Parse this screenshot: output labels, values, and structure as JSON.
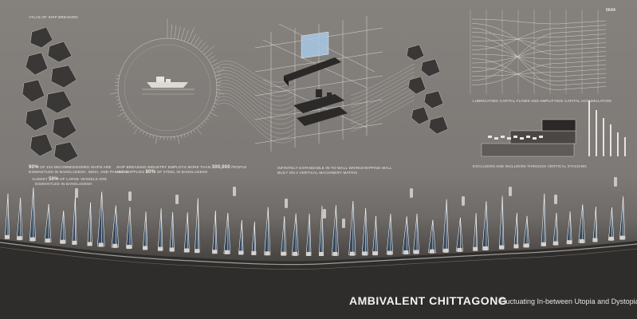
{
  "poster": {
    "title": "AMBIVALENT CHITTAGONG",
    "subtitle": "Fluctuating In-between Utopia and Dystopia",
    "page_number": "0644"
  },
  "atlas": {
    "heading": "ATLAS OF SHIP BREAKING",
    "stat1_pct": "90%",
    "stat1_text_a": "OF 234 DECOMMISSIONED SHIPS ARE",
    "stat1_text_b": "DISMANTLED IN BANGLADESH, INDIA, AND PAKISTAN",
    "stat2_a": "ALMOST",
    "stat2_pct": "50%",
    "stat2_b": "OF LARGE VESSELS ARE",
    "stat2_c": "DISMANTLED IN BANGLADESH"
  },
  "industry": {
    "line1_a": "SHIP BREAKING INDUSTRY EMPLOYS MORE THAN",
    "line1_num": "300,000",
    "line1_b": "PEOPLE",
    "line2_a": "AND SUPPLIES",
    "line2_pct": "80%",
    "line2_b": "OF STEEL IN BANGLADESH"
  },
  "wall": {
    "caption_a": "INFINITELY EXPANDABLE IN-TO-WALL WORKSHOPPING WALL",
    "caption_b": "BUILT ON A VERTICAL MACHINERY MATRIX"
  },
  "capital": {
    "caption": "LUBRICATING CAPITAL FLOWS AND AMPLIFYING CAPITAL ACCUMULATION"
  },
  "exclusion": {
    "caption": "EXCLUSION AND INCLUSION THROUGH VERTICAL STACKING"
  },
  "icons": {
    "ship": "ship-icon",
    "wall": "workshop-wall-icon"
  },
  "colors": {
    "background": "#7b7774",
    "shore": "#2e2c2b",
    "ink": "#eceae6",
    "highlight": "#9fc3e6"
  }
}
